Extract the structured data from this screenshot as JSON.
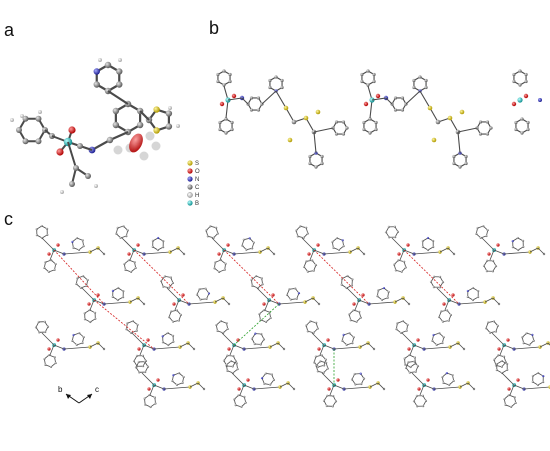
{
  "panels": {
    "a": {
      "label": "a"
    },
    "b": {
      "label": "b"
    },
    "c": {
      "label": "c"
    }
  },
  "legend": {
    "items": [
      {
        "symbol": "S",
        "color": "#d9c21c"
      },
      {
        "symbol": "O",
        "color": "#e02020"
      },
      {
        "symbol": "N",
        "color": "#3b3fc8"
      },
      {
        "symbol": "C",
        "color": "#8a8a8a"
      },
      {
        "symbol": "H",
        "color": "#e8e8e8"
      },
      {
        "symbol": "B",
        "color": "#2ec4c4"
      }
    ]
  },
  "axes": {
    "b_label": "b",
    "c_label": "c"
  },
  "colors": {
    "carbon": "#6f6f6f",
    "sulfur": "#d9c21c",
    "oxygen": "#e02020",
    "nitrogen": "#3b3fc8",
    "boron": "#2ec4c4",
    "h_bond": "#d42020",
    "h_bond_green": "#2aa02a"
  }
}
